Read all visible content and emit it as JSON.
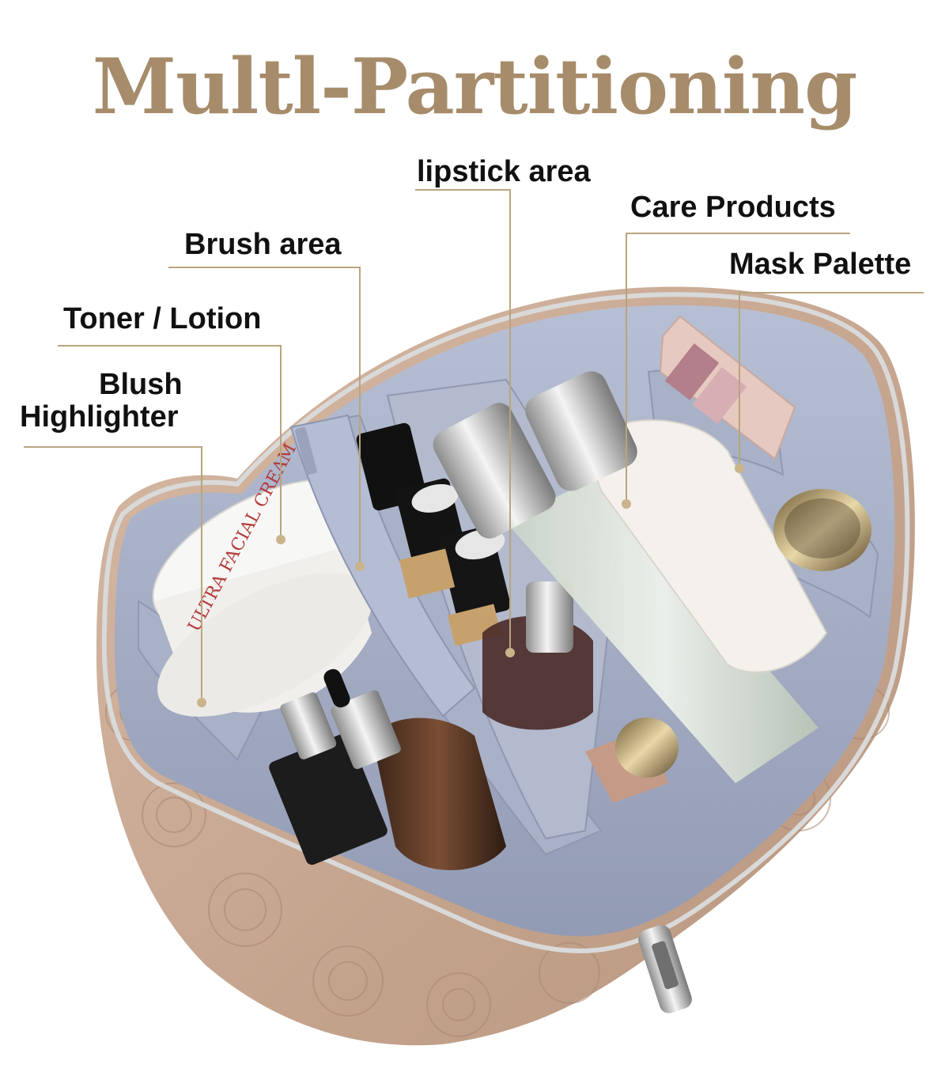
{
  "title": "Multl-Partitioning",
  "callouts": {
    "lipstick": "lipstick area",
    "care": "Care Products",
    "brush": "Brush area",
    "mask": "Mask Palette",
    "toner": "Toner / Lotion",
    "blush_line1": "Blush",
    "blush_line2": "Highlighter"
  },
  "product_labels": {
    "cream": "ULTRA FACIAL CREAM"
  },
  "colors": {
    "title": "#a68c6a",
    "leader_line": "#b9a47e",
    "bag_leather": "#c6a791",
    "lining": "#a6afc6"
  }
}
